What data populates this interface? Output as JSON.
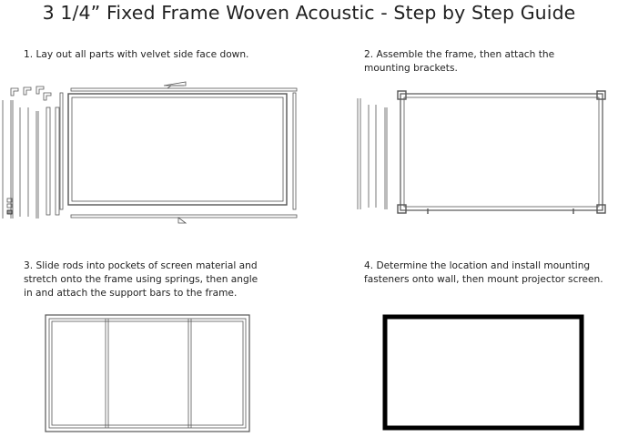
{
  "title": "3 1/4” Fixed Frame Woven Acoustic - Step by Step Guide",
  "steps": [
    {
      "lines": [
        "1. Lay out all parts with velvet side face down."
      ]
    },
    {
      "lines": [
        "2. Assemble the frame, then attach the",
        "mounting brackets."
      ]
    },
    {
      "lines": [
        "3. Slide rods into pockets of screen material and",
        "stretch onto the frame using springs, then angle",
        "in and attach the support bars to the frame."
      ]
    },
    {
      "lines": [
        "4. Determine the location and install mounting",
        "fasteners onto wall, then mount projector screen."
      ]
    }
  ],
  "colors": {
    "text": "#222222",
    "line": "#555555",
    "frame": "#000000"
  }
}
